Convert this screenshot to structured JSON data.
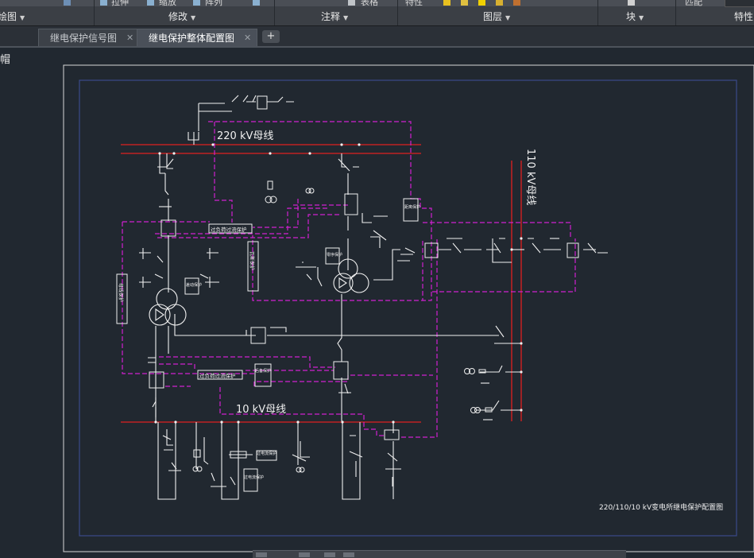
{
  "ribbon": {
    "top_commands": [
      "拉伸",
      "缩放",
      "阵列",
      "表格",
      "特性",
      "匹配"
    ],
    "panels": [
      {
        "label": "绘图"
      },
      {
        "label": "修改"
      },
      {
        "label": "注释"
      },
      {
        "label": "图层"
      },
      {
        "label": "块"
      },
      {
        "label": "特性"
      }
    ]
  },
  "tabs": [
    {
      "label": "继电保护信号图",
      "active": false
    },
    {
      "label": "继电保护整体配置图",
      "active": true
    }
  ],
  "viewport_label": "帽",
  "drawing": {
    "bus_220": "220 kV母线",
    "bus_110": "110 kV母线",
    "bus_10": "10 kV母线",
    "title": "220/110/10 kV变电所继电保护配置图",
    "prot_220_1": "过负荷过流保护",
    "prot_10_1": "过负荷过流保护",
    "prot_10_2": "过电流保护",
    "box_diff": "差动保护",
    "box_zero": "零序保护",
    "box_gas": "瓦斯保护",
    "box_ext": "距离保护",
    "box_bus": "母线保护",
    "box_backup": "后备保护",
    "box_over": "过电流保护"
  },
  "colors": {
    "bg": "#212830",
    "bus_red": "#e02020",
    "dash_magenta": "#d020d0",
    "line_white": "#f0f0f0",
    "border_blue": "#3a4a8a"
  }
}
